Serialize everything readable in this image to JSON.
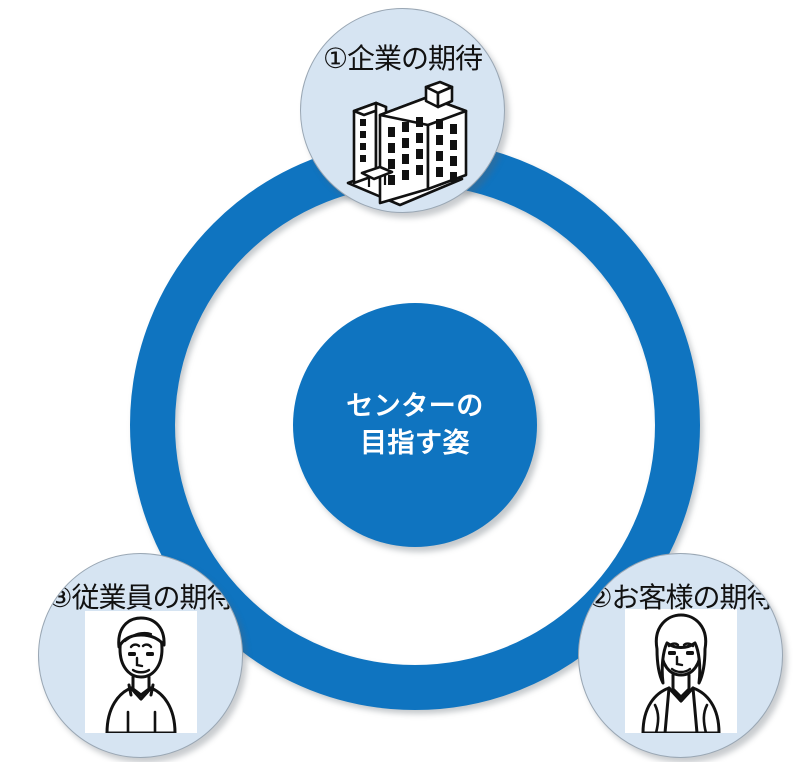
{
  "diagram": {
    "type": "concentric-circle-relationship",
    "center": {
      "label": "センターの\n目指す姿",
      "line1": "センターの",
      "line2": "目指す姿",
      "fill_color": "#0f74c0",
      "text_color": "#ffffff"
    },
    "ring": {
      "color": "#0f74c0"
    },
    "bubble_fill_color": "#d6e4f2",
    "bubble_border_color": "#9aa7b4",
    "nodes": [
      {
        "id": "company",
        "number": "①",
        "label": "①企業の期待",
        "icon": "office-building-icon",
        "position": "top"
      },
      {
        "id": "customer",
        "number": "②",
        "label": "②お客様の期待",
        "icon": "female-customer-icon",
        "position": "bottom-right"
      },
      {
        "id": "employee",
        "number": "③",
        "label": "③従業員の期待",
        "icon": "male-employee-icon",
        "position": "bottom-left"
      }
    ]
  }
}
